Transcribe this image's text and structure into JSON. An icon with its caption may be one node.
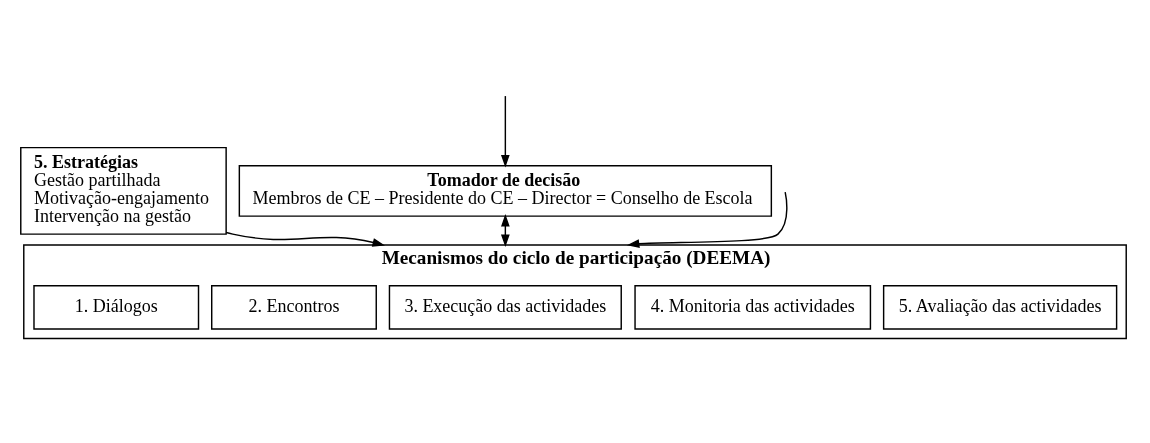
{
  "diagram": {
    "nodes": [
      {
        "text": [
          "5. Estratégias",
          "Gestão partilhada",
          "Motivação-engajamento",
          "Intervenção na gestão"
        ]
      },
      {
        "text": [
          "Tomador de decisão",
          "Membros de CE – Presidente do CE – Director = Conselho de Escola"
        ]
      },
      {
        "text": [
          "Mecanismos do ciclo de participação (DEEMA)"
        ]
      },
      {
        "text": [
          "1. Diálogos"
        ],
        "in": 2
      },
      {
        "text": [
          "2. Encontros"
        ],
        "in": 2
      },
      {
        "text": [
          "3. Execução das actividades"
        ],
        "in": 2
      },
      {
        "text": [
          "4. Monitoria das actividades"
        ],
        "in": 2
      },
      {
        "text": [
          "5. Avaliação das actividades"
        ],
        "in": 2
      }
    ],
    "edges": [
      {
        "from": null,
        "to": 1,
        "arrow": "to"
      },
      {
        "from": 0,
        "to": 2,
        "arrow": "to"
      },
      {
        "from": 1,
        "to": 2,
        "arrow": "both"
      },
      {
        "from": null,
        "to": 2,
        "arrow": "to"
      }
    ]
  }
}
